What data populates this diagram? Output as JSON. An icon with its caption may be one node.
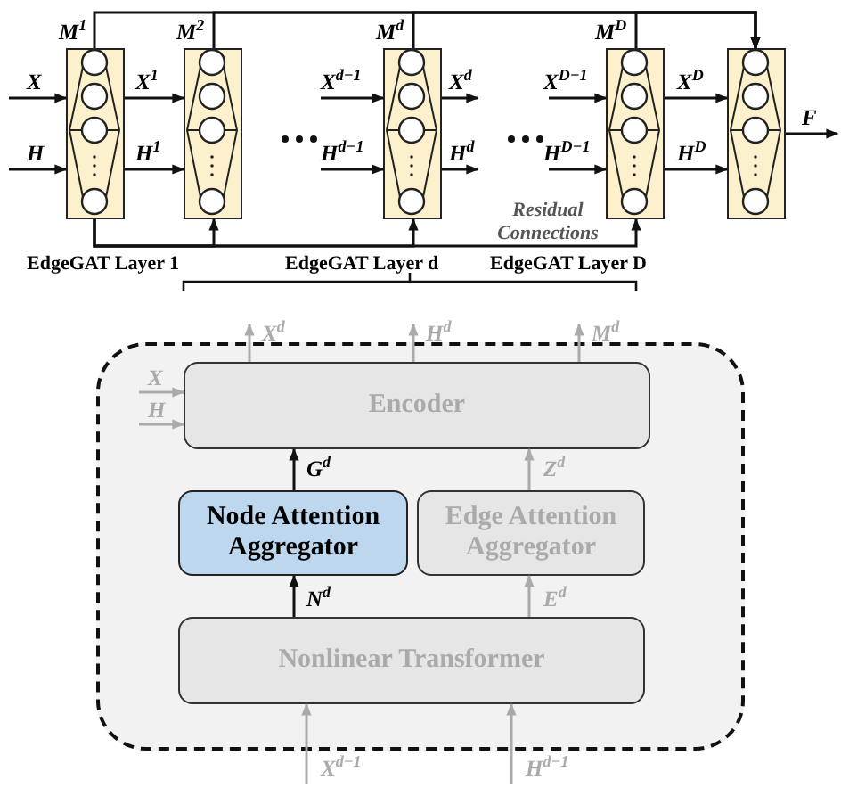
{
  "diagram": {
    "nodes": [
      {
        "text": [],
        "shape": "box",
        "beside": [
          "EdgeGAT Layer 1"
        ]
      },
      {
        "text": [],
        "shape": "box"
      },
      {
        "text": [],
        "shape": "box",
        "beside": [
          "EdgeGAT Layer d"
        ]
      },
      {
        "text": [],
        "shape": "box",
        "beside": [
          "EdgeGAT Layer D"
        ]
      },
      {
        "text": [],
        "shape": "box"
      },
      {
        "text": [],
        "shape": "box"
      },
      {
        "text": [
          "Encoder"
        ],
        "in": 5
      },
      {
        "text": [
          "Node Attention Aggregator"
        ],
        "in": 5
      },
      {
        "text": [
          "Edge Attention Aggregator"
        ],
        "in": 5
      },
      {
        "text": [
          "Nonlinear Transformer"
        ],
        "in": 5
      }
    ],
    "edges": [
      {
        "from": null,
        "to": 0,
        "arrow": "to",
        "label": "X"
      },
      {
        "from": null,
        "to": 0,
        "arrow": "to",
        "label": "H"
      },
      {
        "from": 0,
        "to": 1,
        "arrow": "to",
        "label": "X$^{1}$"
      },
      {
        "from": 0,
        "to": 1,
        "arrow": "to",
        "label": "H$^{1}$"
      },
      {
        "from": null,
        "to": 2,
        "arrow": "to",
        "label": "X$^{d−1}$"
      },
      {
        "from": null,
        "to": 2,
        "arrow": "to",
        "label": "H$^{d−1}$"
      },
      {
        "from": 2,
        "to": null,
        "arrow": "to",
        "label": "X$^{d}$"
      },
      {
        "from": 2,
        "to": null,
        "arrow": "to",
        "label": "H$^{d}$"
      },
      {
        "from": null,
        "to": 3,
        "arrow": "to",
        "label": "X$^{D−1}$"
      },
      {
        "from": null,
        "to": 3,
        "arrow": "to",
        "label": "H$^{D−1}$"
      },
      {
        "from": 3,
        "to": 4,
        "arrow": "to",
        "label": "X$^{D}$"
      },
      {
        "from": 3,
        "to": 4,
        "arrow": "to",
        "label": "H$^{D}$"
      },
      {
        "from": 4,
        "to": null,
        "arrow": "to",
        "label": "F"
      },
      {
        "from": 0,
        "to": 4,
        "arrow": "to",
        "label": "M$^{1}$"
      },
      {
        "from": 1,
        "to": 4,
        "arrow": "to",
        "label": "M$^{2}$"
      },
      {
        "from": 2,
        "to": 4,
        "arrow": "to",
        "label": "M$^{d}$"
      },
      {
        "from": 3,
        "to": 4,
        "arrow": "to",
        "label": "M$^{D}$"
      },
      {
        "from": 0,
        "to": 1,
        "arrow": "to"
      },
      {
        "from": 0,
        "to": 2,
        "arrow": "to"
      },
      {
        "from": 0,
        "to": 3,
        "arrow": "to"
      },
      {
        "from": null,
        "to": 6,
        "arrow": "to",
        "label": "X",
        "color": "#aaaaaa"
      },
      {
        "from": null,
        "to": 6,
        "arrow": "to",
        "label": "H",
        "color": "#aaaaaa"
      },
      {
        "from": 9,
        "to": 7,
        "arrow": "to",
        "label": "N$^{d}$"
      },
      {
        "from": 9,
        "to": 8,
        "arrow": "to",
        "label": "E$^{d}$",
        "color": "#aaaaaa"
      },
      {
        "from": 7,
        "to": 6,
        "arrow": "to",
        "label": "G$^{d}$"
      },
      {
        "from": 8,
        "to": 6,
        "arrow": "to",
        "label": "Z$^{d}$",
        "color": "#aaaaaa"
      },
      {
        "from": 6,
        "to": null,
        "arrow": "to",
        "label": "X$^{d}$",
        "color": "#aaaaaa"
      },
      {
        "from": 6,
        "to": null,
        "arrow": "to",
        "label": "H$^{d}$",
        "color": "#aaaaaa"
      },
      {
        "from": 6,
        "to": null,
        "arrow": "to",
        "label": "M$^{d}$",
        "color": "#aaaaaa"
      },
      {
        "from": null,
        "to": 9,
        "arrow": "to",
        "label": "X$^{d−1}$",
        "color": "#aaaaaa"
      },
      {
        "from": null,
        "to": 9,
        "arrow": "to",
        "label": "H$^{d−1}$",
        "color": "#aaaaaa"
      }
    ],
    "labels": [
      "Residual Connections"
    ]
  }
}
